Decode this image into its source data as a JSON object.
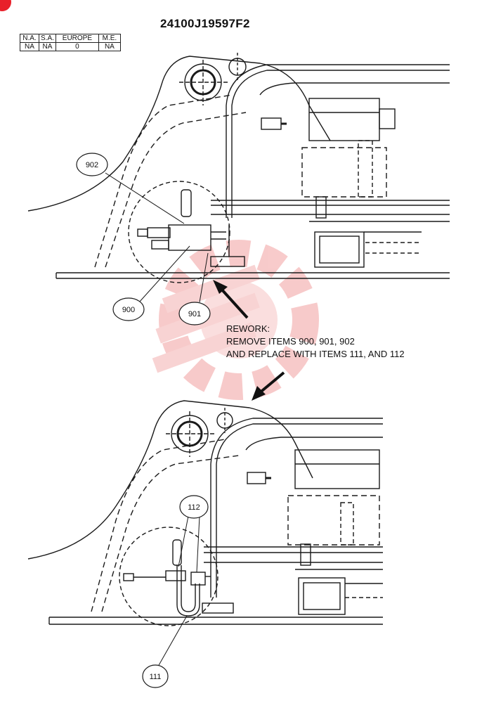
{
  "document": {
    "drawing_number": "24100J19597F2"
  },
  "region_table": {
    "headers": [
      "N.A.",
      "S.A.",
      "EUROPE",
      "M.E."
    ],
    "values": [
      "NA",
      "NA",
      "0",
      "NA"
    ]
  },
  "callouts": {
    "item_902": "902",
    "item_900": "900",
    "item_901": "901",
    "item_112": "112",
    "item_111": "111"
  },
  "rework_note": {
    "line1": "REWORK:",
    "line2": "REMOVE ITEMS 900, 901, 902",
    "line3": "AND REPLACE WITH ITEMS 111, AND 112"
  },
  "colors": {
    "line": "#1a1a1a",
    "watermark": "#f2a0a0",
    "badge": "#e8202a"
  }
}
